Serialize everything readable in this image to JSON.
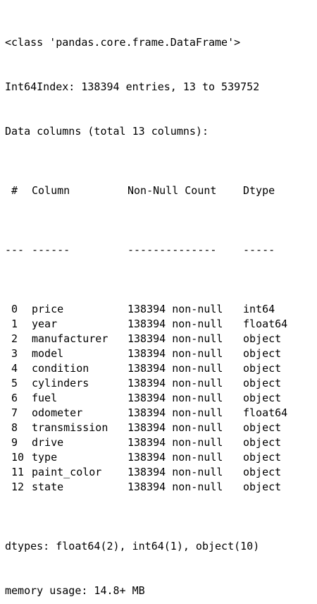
{
  "class_line": "<class 'pandas.core.frame.DataFrame'>",
  "index_line": "Int64Index: 138394 entries, 13 to 539752",
  "columns_line": "Data columns (total 13 columns):",
  "header": {
    "idx": "#",
    "column": "Column",
    "non_null": "Non-Null Count",
    "dtype": "Dtype"
  },
  "separator": {
    "idx": "---",
    "column": "------",
    "non_null": "--------------",
    "dtype": "-----"
  },
  "rows": [
    {
      "idx": "0",
      "column": "price",
      "non_null": "138394 non-null",
      "dtype": "int64"
    },
    {
      "idx": "1",
      "column": "year",
      "non_null": "138394 non-null",
      "dtype": "float64"
    },
    {
      "idx": "2",
      "column": "manufacturer",
      "non_null": "138394 non-null",
      "dtype": "object"
    },
    {
      "idx": "3",
      "column": "model",
      "non_null": "138394 non-null",
      "dtype": "object"
    },
    {
      "idx": "4",
      "column": "condition",
      "non_null": "138394 non-null",
      "dtype": "object"
    },
    {
      "idx": "5",
      "column": "cylinders",
      "non_null": "138394 non-null",
      "dtype": "object"
    },
    {
      "idx": "6",
      "column": "fuel",
      "non_null": "138394 non-null",
      "dtype": "object"
    },
    {
      "idx": "7",
      "column": "odometer",
      "non_null": "138394 non-null",
      "dtype": "float64"
    },
    {
      "idx": "8",
      "column": "transmission",
      "non_null": "138394 non-null",
      "dtype": "object"
    },
    {
      "idx": "9",
      "column": "drive",
      "non_null": "138394 non-null",
      "dtype": "object"
    },
    {
      "idx": "10",
      "column": "type",
      "non_null": "138394 non-null",
      "dtype": "object"
    },
    {
      "idx": "11",
      "column": "paint_color",
      "non_null": "138394 non-null",
      "dtype": "object"
    },
    {
      "idx": "12",
      "column": "state",
      "non_null": "138394 non-null",
      "dtype": "object"
    }
  ],
  "dtypes_line": "dtypes: float64(2), int64(1), object(10)",
  "memory_line": "memory usage: 14.8+ MB"
}
